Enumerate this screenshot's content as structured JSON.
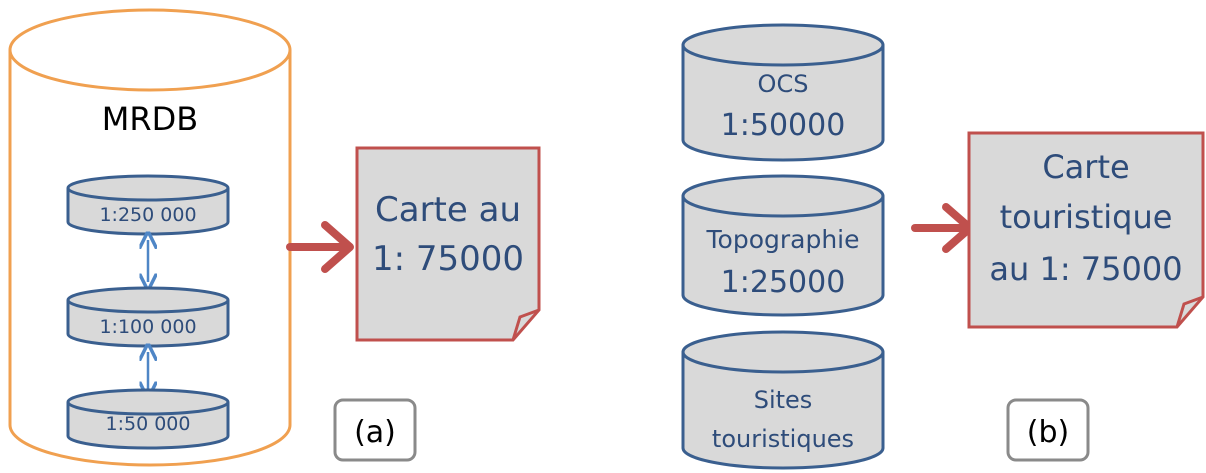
{
  "panel_a": {
    "mrdb_title": "MRDB",
    "levels": [
      "1:250 000",
      "1:100 000",
      "1:50 000"
    ],
    "output_lines": [
      "Carte au",
      "1: 75000"
    ],
    "caption": "(a)"
  },
  "panel_b": {
    "sources": [
      {
        "lines": [
          "OCS",
          "1:50000"
        ]
      },
      {
        "lines": [
          "Topographie",
          "1:25000"
        ]
      },
      {
        "lines": [
          "Sites",
          "touristiques"
        ]
      }
    ],
    "output_lines": [
      "Carte",
      "touristique",
      "au 1: 75000"
    ],
    "caption": "(b)"
  },
  "colors": {
    "mrdb_outline": "#f0a050",
    "db_outline": "#3a5f8f",
    "db_fill": "#d9d9d9",
    "text_blue": "#2e4c7a",
    "doc_outline": "#c0504d",
    "arrow": "#c0504d",
    "link_arrow": "#4f86c6",
    "caption_border": "#8a8a8a"
  }
}
